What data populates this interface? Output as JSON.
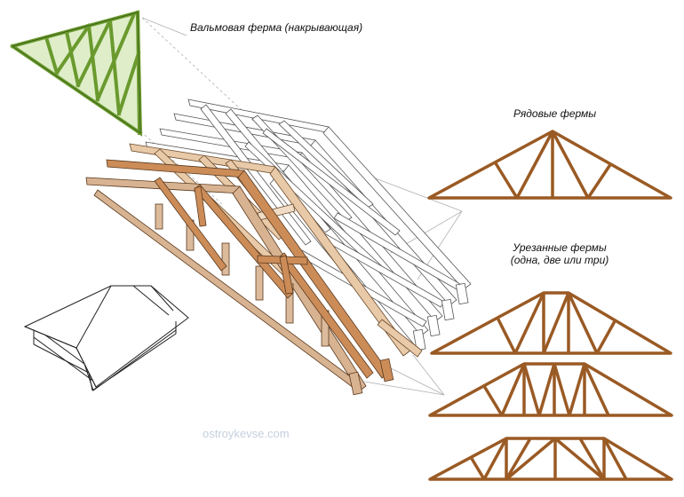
{
  "labels": {
    "hip_truss": "Вальмовая ферма (накрывающая)",
    "common_trusses": "Рядовые фермы",
    "truncated_trusses_line1": "Урезанные фермы",
    "truncated_trusses_line2": "(одна, две или три)"
  },
  "watermark": "ostroykevse.com",
  "colors": {
    "hip_truss": "#6a9a2e",
    "hip_truss_fill": "#dfeec9",
    "truss_brown": "#9a5a24",
    "wood_dark": "#c98a55",
    "wood_light": "#e6c6a6",
    "white_members": "#ffffff",
    "outline": "#555555",
    "leader_lines": "#aaaaaa"
  }
}
